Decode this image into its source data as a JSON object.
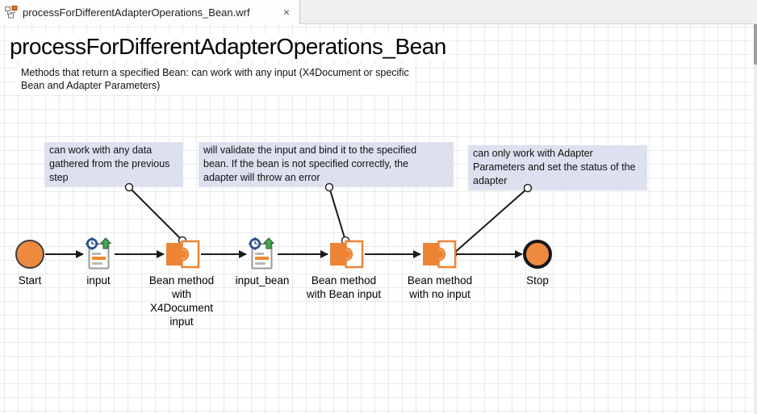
{
  "tab": {
    "title": "processForDifferentAdapterOperations_Bean.wrf",
    "close_glyph": "×",
    "icon": "workflow-icon"
  },
  "canvas": {
    "title": "processForDifferentAdapterOperations_Bean",
    "subtitle": "Methods that return a specified Bean: can work with any input (X4Document or specific\nBean and Adapter Parameters)",
    "annotations": [
      {
        "text": "can work with any data\ngathered from the previous\nstep",
        "attached_to": "Bean method with X4Document input"
      },
      {
        "text": "will validate the input and bind it to the specified\nbean. If the bean is not specified correctly, the\nadapter will throw an error",
        "attached_to": "Bean method with Bean input"
      },
      {
        "text": "can only work with Adapter\nParameters and set the status of the\nadapter",
        "attached_to": "Bean method with no input"
      }
    ],
    "nodes": [
      {
        "id": "start",
        "type": "start-event",
        "label": "Start"
      },
      {
        "id": "input",
        "type": "document",
        "label": "input"
      },
      {
        "id": "bean_x4document",
        "type": "bean-method",
        "label": "Bean method\nwith\nX4Document\ninput"
      },
      {
        "id": "input_bean",
        "type": "document",
        "label": "input_bean"
      },
      {
        "id": "bean_bean_input",
        "type": "bean-method",
        "label": "Bean method\nwith Bean input"
      },
      {
        "id": "bean_no_input",
        "type": "bean-method",
        "label": "Bean method\nwith no input"
      },
      {
        "id": "stop",
        "type": "stop-event",
        "label": "Stop"
      }
    ]
  },
  "colors": {
    "accent_orange": "#ee8a3f",
    "puzzle_orange": "#ed8435",
    "annotation_bg": "#dde1ef",
    "gear_blue": "#2c4f8f",
    "arrow_green": "#44a64d",
    "line_black": "#1a1a1a",
    "grid_line": "#e9e9e9"
  }
}
